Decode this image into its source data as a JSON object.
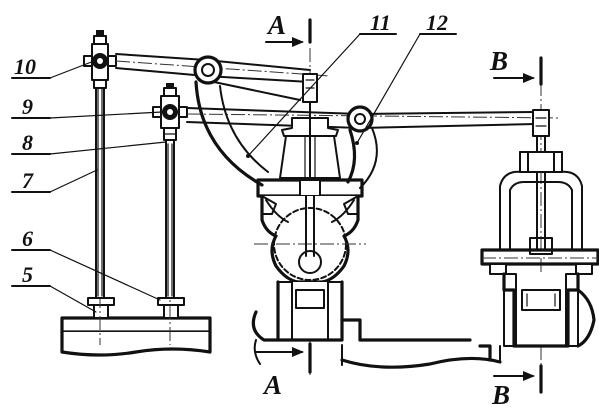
{
  "labels": {
    "l5": "5",
    "l6": "6",
    "l7": "7",
    "l8": "8",
    "l9": "9",
    "l10": "10",
    "l11": "11",
    "l12": "12"
  },
  "sections": {
    "a_top": "A",
    "a_bottom": "A",
    "b_top": "B",
    "b_bottom": "B"
  }
}
